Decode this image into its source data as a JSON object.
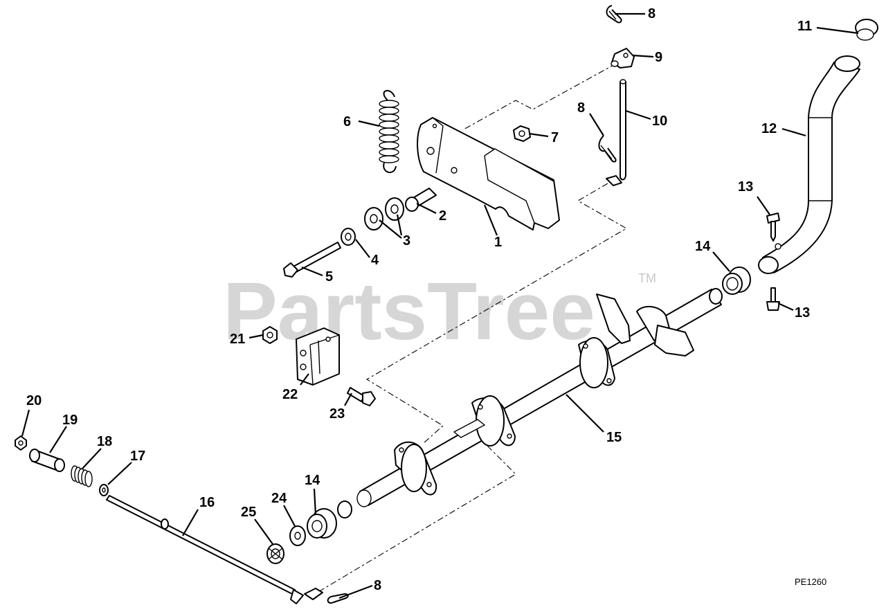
{
  "watermark": {
    "text": "PartsTree",
    "trademark": "TM"
  },
  "drawing_code": "PE1260",
  "callouts": [
    {
      "id": "c8a",
      "label": "8"
    },
    {
      "id": "c9",
      "label": "9"
    },
    {
      "id": "c11",
      "label": "11"
    },
    {
      "id": "c6",
      "label": "6"
    },
    {
      "id": "c8b",
      "label": "8"
    },
    {
      "id": "c10",
      "label": "10"
    },
    {
      "id": "c7",
      "label": "7"
    },
    {
      "id": "c12",
      "label": "12"
    },
    {
      "id": "c2",
      "label": "2"
    },
    {
      "id": "c13a",
      "label": "13"
    },
    {
      "id": "c1",
      "label": "1"
    },
    {
      "id": "c3",
      "label": "3"
    },
    {
      "id": "c14a",
      "label": "14"
    },
    {
      "id": "c4",
      "label": "4"
    },
    {
      "id": "c5",
      "label": "5"
    },
    {
      "id": "c13b",
      "label": "13"
    },
    {
      "id": "c21",
      "label": "21"
    },
    {
      "id": "c22",
      "label": "22"
    },
    {
      "id": "c23",
      "label": "23"
    },
    {
      "id": "c15",
      "label": "15"
    },
    {
      "id": "c20",
      "label": "20"
    },
    {
      "id": "c19",
      "label": "19"
    },
    {
      "id": "c18",
      "label": "18"
    },
    {
      "id": "c17",
      "label": "17"
    },
    {
      "id": "c16",
      "label": "16"
    },
    {
      "id": "c14b",
      "label": "14"
    },
    {
      "id": "c24",
      "label": "24"
    },
    {
      "id": "c25",
      "label": "25"
    },
    {
      "id": "c8c",
      "label": "8"
    }
  ]
}
